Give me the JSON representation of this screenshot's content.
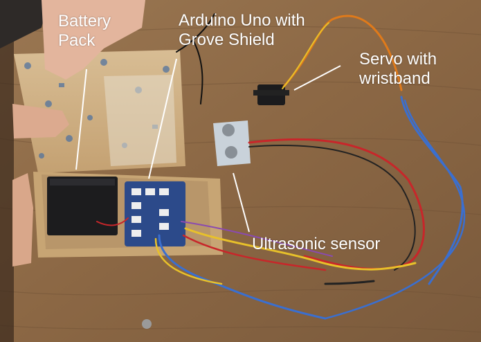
{
  "labels": {
    "battery_line1": "Battery",
    "battery_line2": "Pack",
    "arduino_line1": "Arduino Uno with",
    "arduino_line2": "Grove Shield",
    "servo_line1": "Servo with",
    "servo_line2": "wristband",
    "ultrasonic": "Ultrasonic sensor"
  },
  "colors": {
    "table": "#8a6a4a",
    "cardboard": "#c9a77a",
    "label_text": "#ffffff",
    "wire_red": "#c8262a",
    "wire_blue": "#3a6fd0",
    "wire_yellow": "#e8c12a",
    "wire_orange": "#e07a1a",
    "board_blue": "#2c4a8a"
  }
}
